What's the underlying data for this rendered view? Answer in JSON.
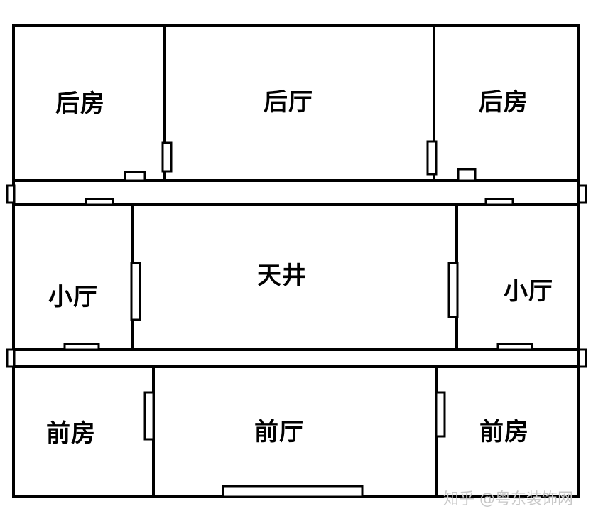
{
  "floor_plan": {
    "rooms": {
      "back_room_left": "后房",
      "back_hall": "后厅",
      "back_room_right": "后房",
      "small_hall_left": "小厅",
      "courtyard": "天井",
      "small_hall_right": "小厅",
      "front_room_left": "前房",
      "front_hall": "前厅",
      "front_room_right": "前房"
    },
    "colors": {
      "wall": "#000000",
      "background": "#ffffff",
      "watermark": "#c8c8c8"
    }
  },
  "watermark": {
    "text": "知乎 @粤东装饰网"
  }
}
